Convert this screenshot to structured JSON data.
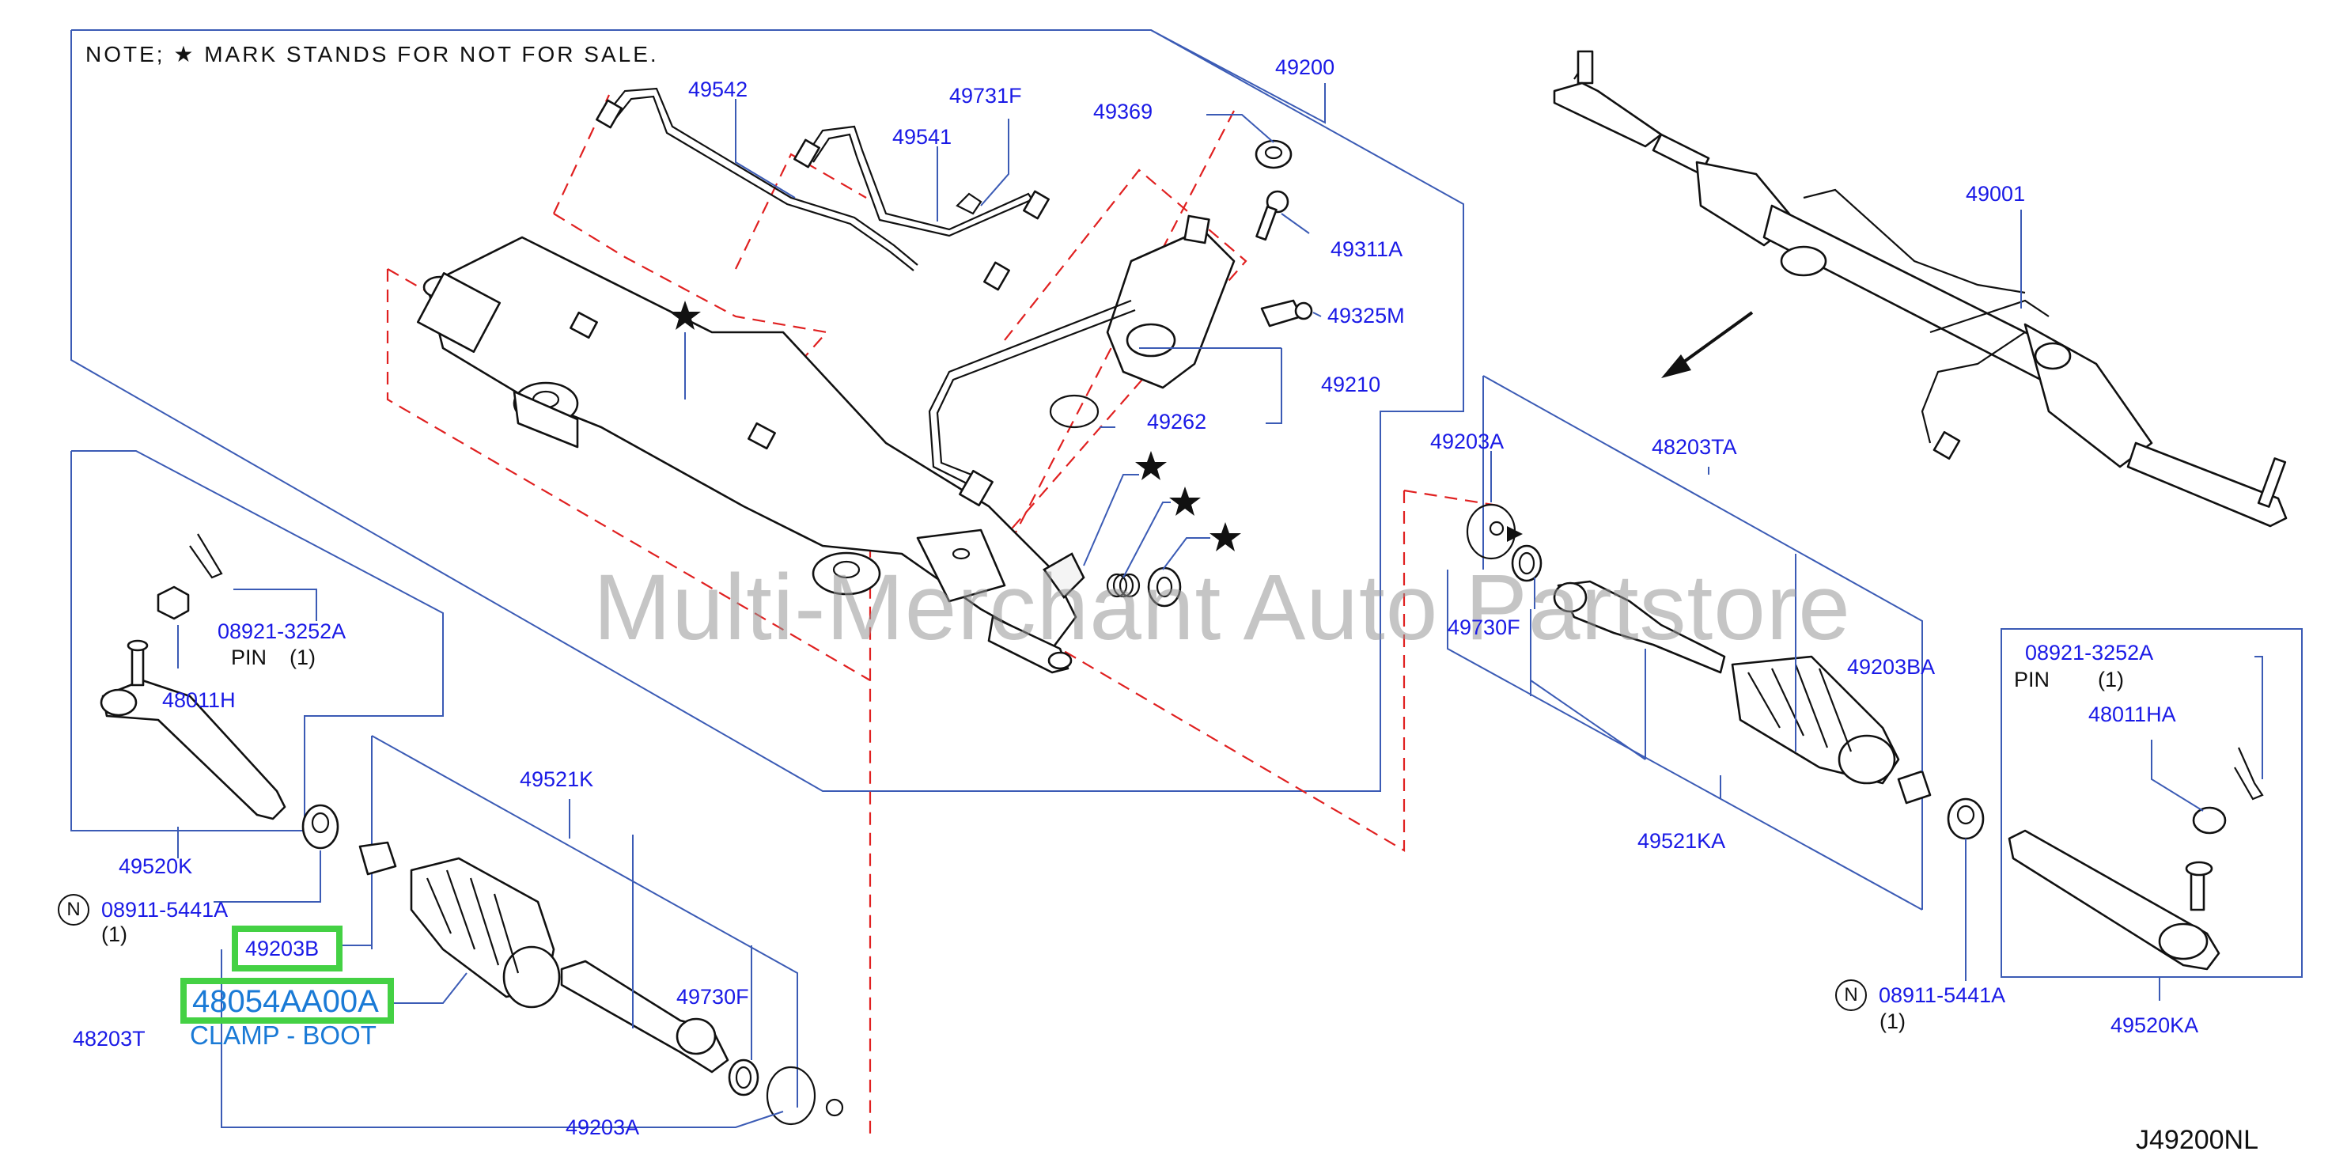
{
  "note": "NOTE;  ★ MARK  STANDS  FOR  NOT  FOR  SALE.",
  "watermark": "Multi-Merchant Auto Partstore",
  "diagram_code": "J49200NL",
  "highlight": {
    "part_ref": "49203B",
    "part_number": "48054AA00A",
    "part_description": "CLAMP - BOOT"
  },
  "labels": {
    "l49200": "49200",
    "l49542": "49542",
    "l49731F": "49731F",
    "l49369": "49369",
    "l49541": "49541",
    "l49311A": "49311A",
    "l49325M": "49325M",
    "l49210": "49210",
    "l49262": "49262",
    "l49001": "49001",
    "l49203A_r": "49203A",
    "l48203TA": "48203TA",
    "l49730F_r": "49730F",
    "l49203BA": "49203BA",
    "l49521KA": "49521KA",
    "l08921_r": "08921-3252A",
    "pin_r": "PIN",
    "pin_r_qty": "(1)",
    "l48011HA": "48011HA",
    "l08911_r": "08911-5441A",
    "qty_r": "(1)",
    "l49520KA": "49520KA",
    "l08921_l": "08921-3252A",
    "pin_l": "PIN",
    "pin_l_qty": "(1)",
    "l48011H": "48011H",
    "l49520K": "49520K",
    "l08911_l": "08911-5441A",
    "qty_l": "(1)",
    "l49521K": "49521K",
    "l49730F_l": "49730F",
    "l48203T": "48203T",
    "l49203A_l": "49203A",
    "circle_n": "N"
  },
  "colors": {
    "label_blue": "#1a1ae6",
    "leader_blue": "#3b5bb5",
    "dashed_red": "#e02020",
    "highlight_green": "#44d144",
    "part_blue": "#1a7ad6"
  }
}
